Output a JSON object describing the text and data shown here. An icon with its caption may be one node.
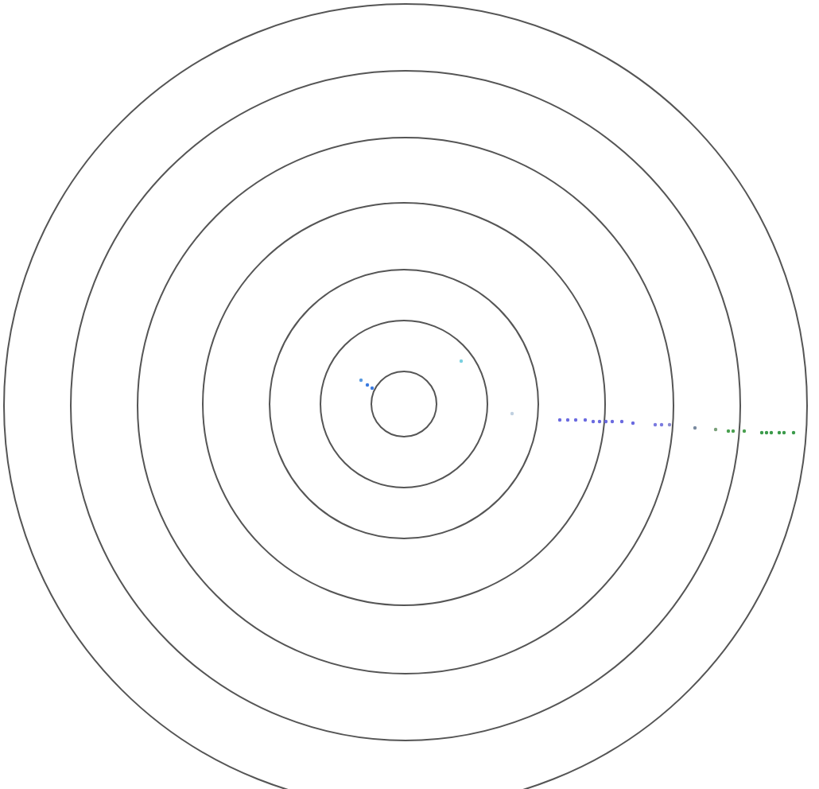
{
  "diagram": {
    "nodes": [
      {
        "text": [],
        "shape": "circle"
      },
      {
        "text": [],
        "shape": "circle",
        "in": 0
      },
      {
        "text": [],
        "shape": "circle",
        "in": 1
      },
      {
        "text": [],
        "shape": "circle",
        "in": 2
      },
      {
        "text": [],
        "shape": "circle",
        "in": 3
      },
      {
        "text": [],
        "shape": "circle",
        "in": 4
      },
      {
        "text": [],
        "shape": "circle",
        "in": 5
      }
    ]
  }
}
